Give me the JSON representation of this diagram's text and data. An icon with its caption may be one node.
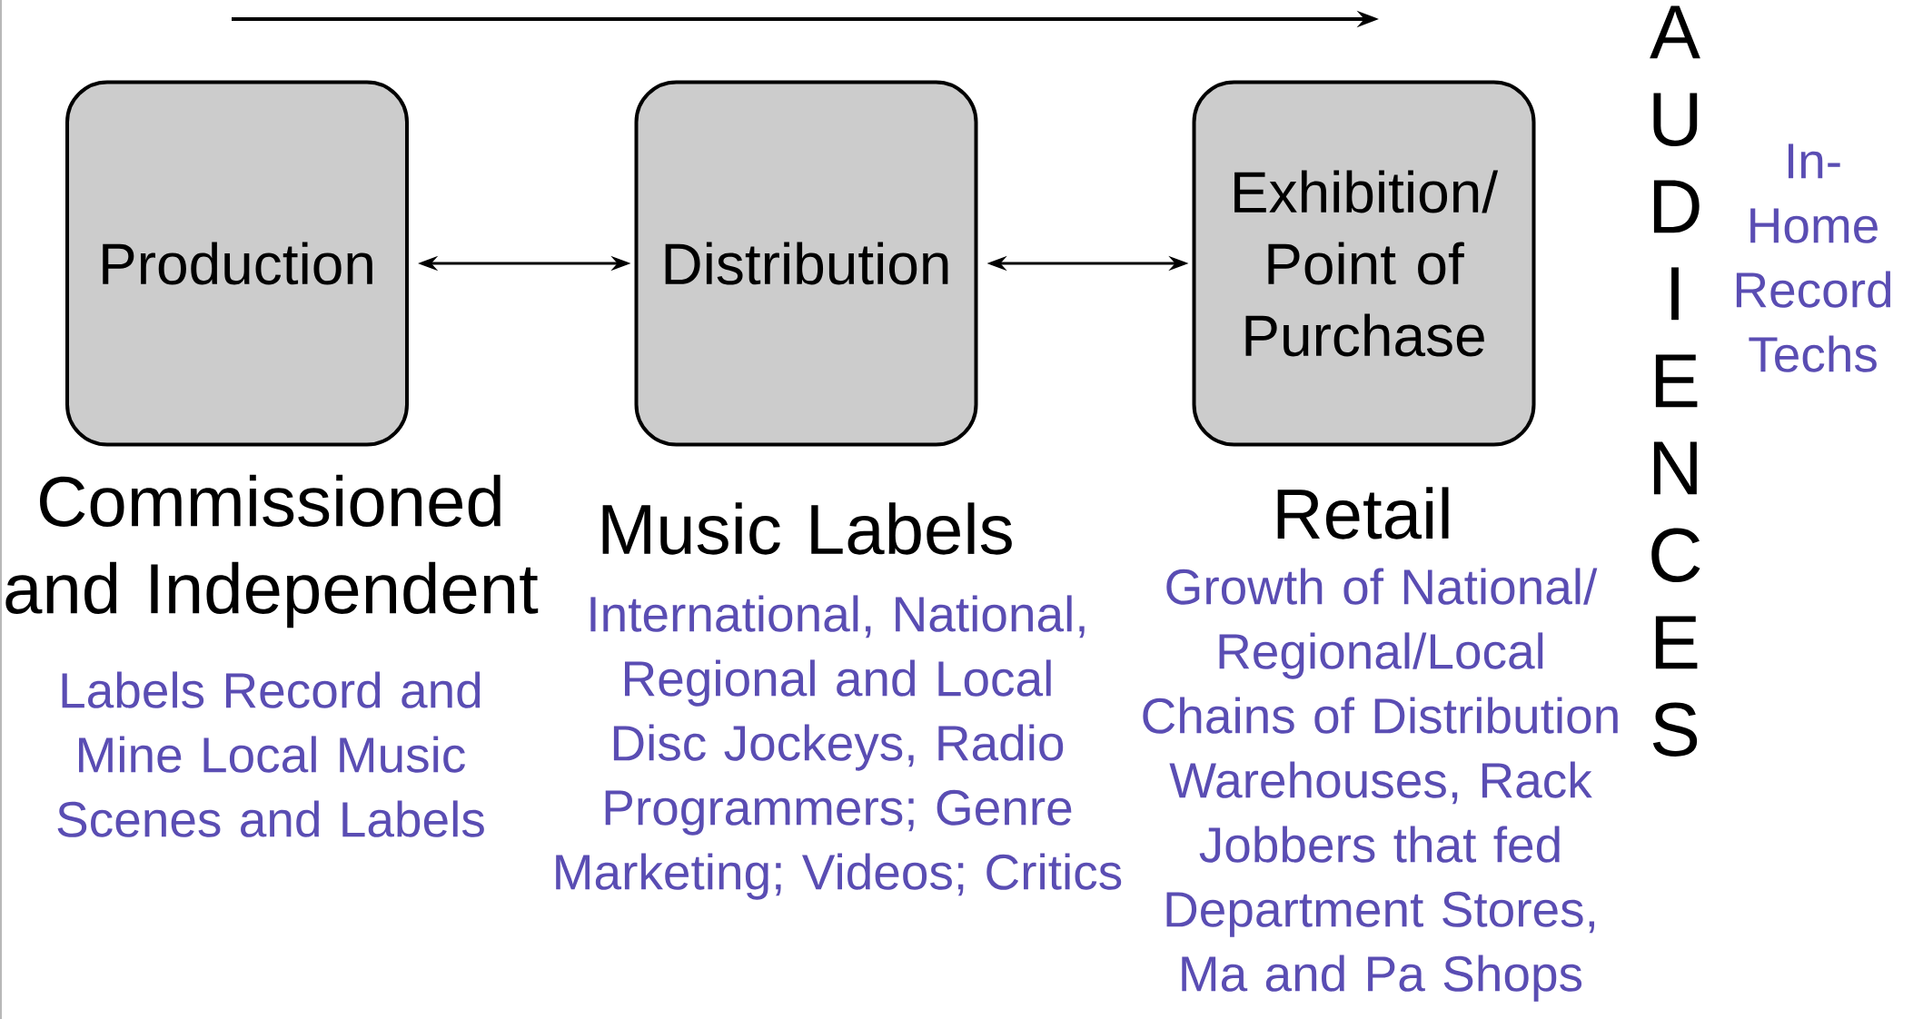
{
  "diagram": {
    "nodes": [
      {
        "text": [
          "Production"
        ],
        "beside": [
          "Commissioned and Independent",
          "Labels Record and Mine Local Music Scenes and Labels"
        ]
      },
      {
        "text": [
          "Distribution"
        ],
        "beside": [
          "Music Labels",
          "International, National, Regional and Local Disc Jockeys, Radio Programmers; Genre Marketing; Videos; Critics"
        ]
      },
      {
        "text": [
          "Exhibition/ Point of Purchase"
        ],
        "beside": [
          "Retail",
          "Growth of National/ Regional/Local Chains of Distribution Warehouses, Rack Jobbers that fed Department Stores, Ma and Pa Shops"
        ]
      }
    ],
    "edges": [
      {
        "from": 0,
        "to": 1,
        "arrow": "both"
      },
      {
        "from": 1,
        "to": 2,
        "arrow": "both"
      }
    ],
    "labels": [
      "A U D I E N C E S",
      "In-Home Record Techs"
    ]
  }
}
